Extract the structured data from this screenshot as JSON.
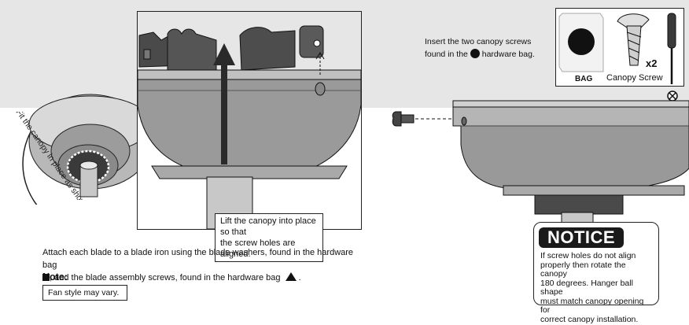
{
  "panel_left": {
    "fit_canopy_text": "Fit the canopy in place as shown."
  },
  "panel_middle": {
    "lift_caption_line1": "Lift the canopy into place so that",
    "lift_caption_line2": "the screw holes are aligned."
  },
  "instructions": {
    "attach_line1": "Attach each blade to a blade iron using the blade washers, found in the hardware bag",
    "attach_line2a": ", and the blade assembly screws, found in the hardware bag",
    "attach_line2b": ".",
    "note_label": "Note:",
    "note_text": "Fan style may vary."
  },
  "panel_right": {
    "insert_line1": "Insert the two canopy screws",
    "insert_line2a": "found in the",
    "insert_line2b": "hardware bag.",
    "bag_label": "BAG",
    "screw_label": "Canopy Screw",
    "quantity": "x2"
  },
  "notice": {
    "title": "NOTICE",
    "line1": "If screw holes do not align",
    "line2": "properly then rotate the canopy",
    "line3": "180 degrees. Hanger ball shape",
    "line4": "must match canopy opening for",
    "line5": "correct canopy installation."
  }
}
